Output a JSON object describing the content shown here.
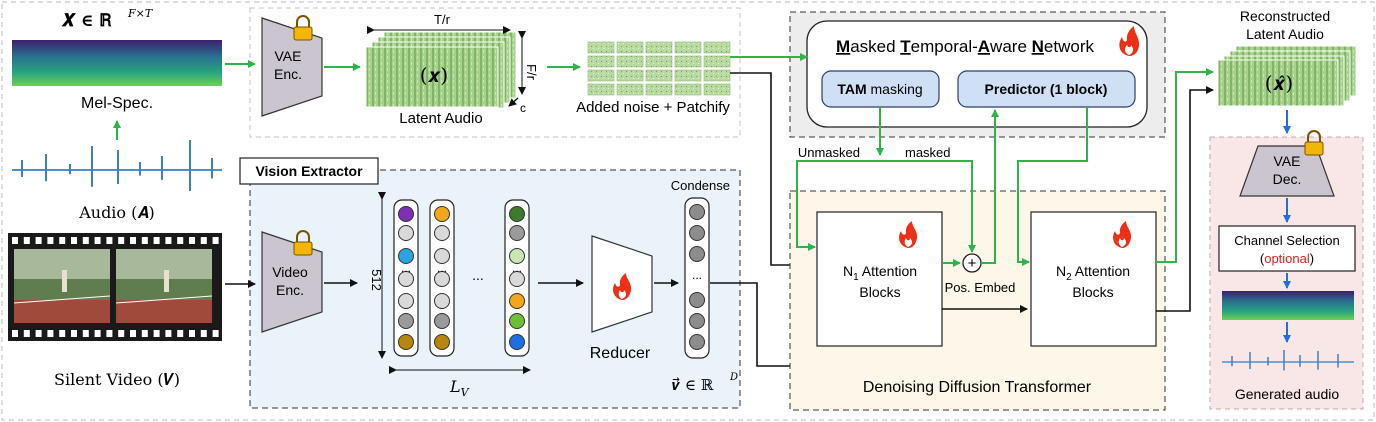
{
  "input": {
    "mel_formula": "𝑿 ∈ ℝ",
    "mel_formula_sup": "F×T",
    "mel_label": "Mel-Spec.",
    "audio_label": "Audio (𝑨)",
    "video_label": "Silent Video (𝑽)"
  },
  "vae_encoder": {
    "label_line1": "VAE",
    "label_line2": "Enc."
  },
  "latent": {
    "label": "Latent Audio",
    "symbol": "(𝒙)",
    "dim_t": "T/r",
    "dim_f": "F/r",
    "dim_c": "c"
  },
  "patchify": {
    "label": "Added noise + Patchify"
  },
  "mtan": {
    "title_parts": [
      "M",
      "asked ",
      "T",
      "emporal-",
      "A",
      "ware ",
      "N",
      "etwork"
    ],
    "tam_bold": "TAM",
    "tam_rest": " masking",
    "predictor_label": "Predictor (1 block)"
  },
  "flow_labels": {
    "unmasked": "Unmasked",
    "masked": "masked"
  },
  "vision": {
    "title": "Vision Extractor",
    "encoder_line1": "Video",
    "encoder_line2": "Enc.",
    "dim_512": "512",
    "ellipsis": "...",
    "condense": "Condense",
    "lv_label": "L",
    "lv_sub": "V",
    "reducer_label": "Reducer",
    "vec_label": "𝒗⃗ ∈ ℝ",
    "vec_sup": "D"
  },
  "ddt": {
    "n1_pre": "N",
    "n1_sub": "1",
    "n1_rest": " Attention",
    "n1_line2": "Blocks",
    "n2_pre": "N",
    "n2_sub": "2",
    "n2_rest": " Attention",
    "n2_line2": "Blocks",
    "pos_embed": "Pos. Embed",
    "plus": "+",
    "title": "Denoising Diffusion Transformer"
  },
  "output": {
    "reconstructed_line1": "Reconstructed",
    "reconstructed_line2": "Latent Audio",
    "symbol": "(𝒙̂)",
    "vae_line1": "VAE",
    "vae_line2": "Dec.",
    "channel_selection": "Channel Selection",
    "optional_label": "optional",
    "generated_label": "Generated audio"
  },
  "colors": {
    "green_arrow": "#2fb34a",
    "blue_arrow": "#1f6fe0",
    "vae_fill": "#cbc5cf",
    "vision_bg": "#e9f3f9",
    "ddt_bg": "#fcf7e8",
    "mtan_bg": "#ededed",
    "output_bg": "#f9e6e6",
    "tam_fill": "#cfe0f4",
    "optional_red": "#e02020"
  }
}
